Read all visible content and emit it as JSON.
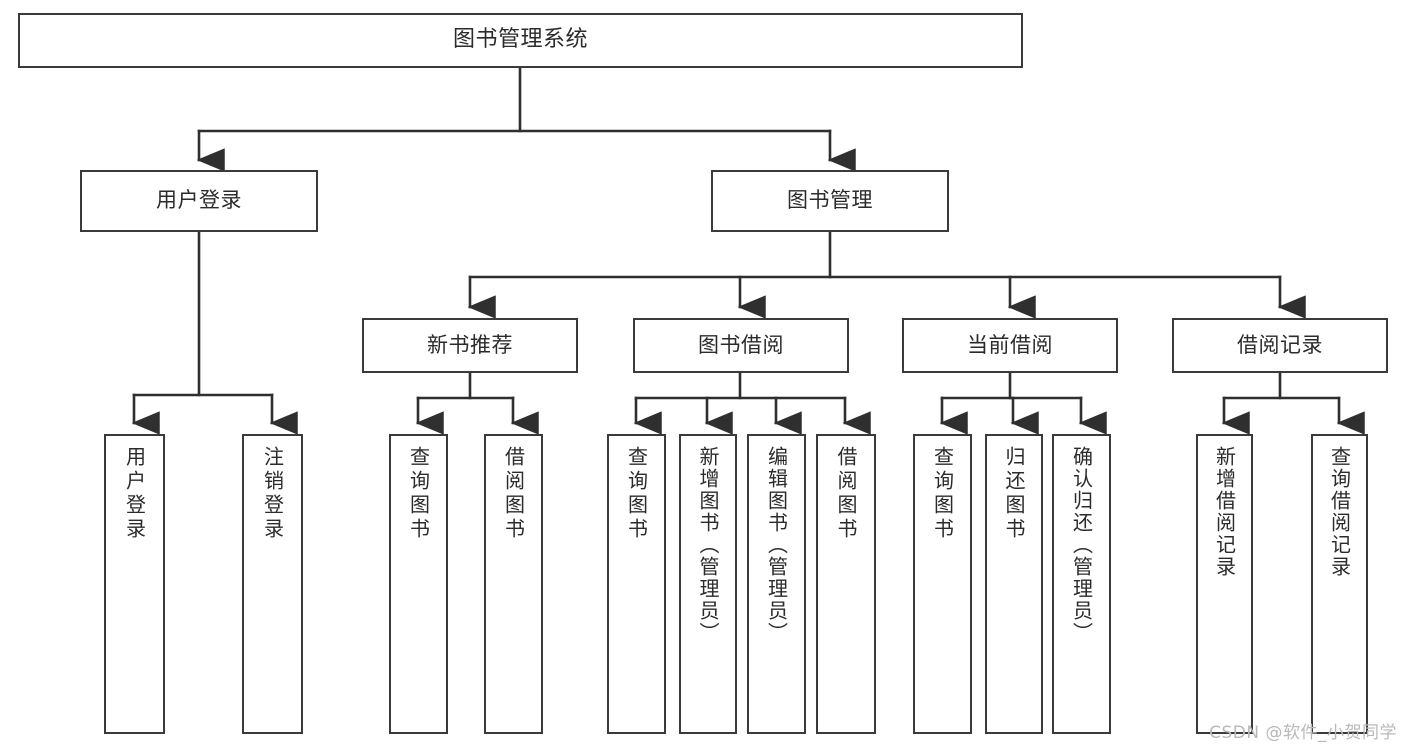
{
  "diagram": {
    "type": "tree-hierarchy-chart",
    "title": "图书管理系统",
    "colors": {
      "box_stroke": "#3a3a3a",
      "box_fill": "#ffffff",
      "connector": "#2f2f2f",
      "text": "#2b2b2b",
      "background": "#ffffff",
      "watermark": "#b9b9b9"
    },
    "root": {
      "label": "图书管理系统"
    },
    "level2": [
      {
        "label": "用户登录"
      },
      {
        "label": "图书管理"
      }
    ],
    "level3": [
      {
        "label": "新书推荐"
      },
      {
        "label": "图书借阅"
      },
      {
        "label": "当前借阅"
      },
      {
        "label": "借阅记录"
      }
    ],
    "leaves": {
      "user_login": [
        {
          "label": "用户登录"
        },
        {
          "label": "注销登录"
        }
      ],
      "new_book_recommend": [
        {
          "label": "查询图书"
        },
        {
          "label": "借阅图书"
        }
      ],
      "book_borrow": [
        {
          "label": "查询图书"
        },
        {
          "label": "新增图书（管理员）"
        },
        {
          "label": "编辑图书（管理员）"
        },
        {
          "label": "借阅图书"
        }
      ],
      "current_borrow": [
        {
          "label": "查询图书"
        },
        {
          "label": "归还图书"
        },
        {
          "label": "确认归还（管理员）"
        }
      ],
      "borrow_record": [
        {
          "label": "新增借阅记录"
        },
        {
          "label": "查询借阅记录"
        }
      ]
    },
    "watermark": "CSDN @软件_小贺同学"
  }
}
